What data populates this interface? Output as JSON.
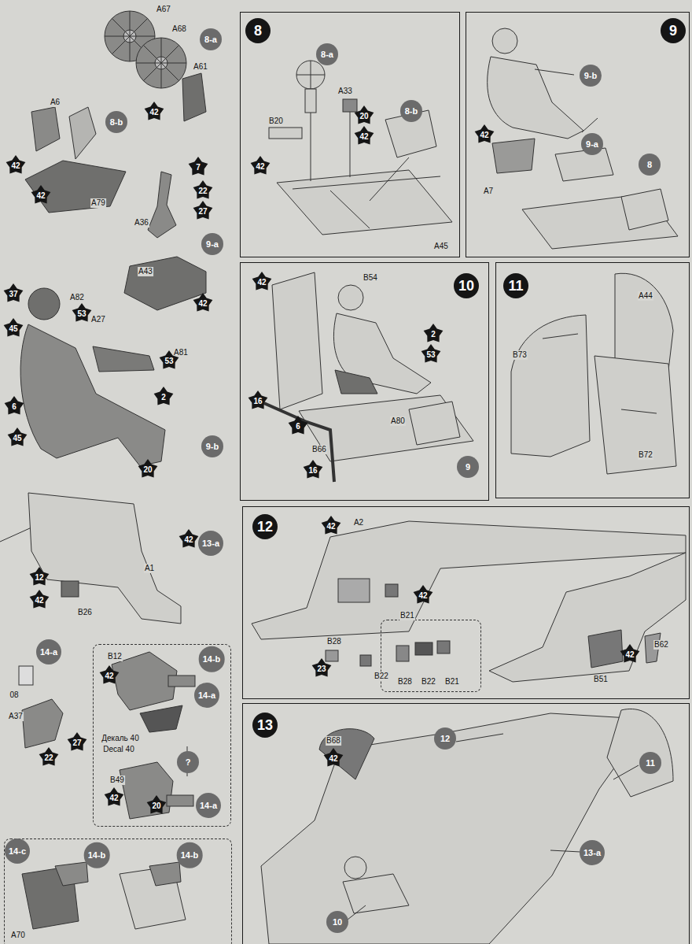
{
  "diagram": {
    "nodes": [
      {
        "text": [
          "8",
          "8-a",
          "A33",
          "20",
          "42",
          "8-b",
          "B20",
          "42",
          "A45"
        ]
      },
      {
        "text": [
          "9",
          "9-b",
          "42",
          "9-a",
          "A7",
          "8"
        ]
      },
      {
        "text": [
          "10",
          "42",
          "B54",
          "2",
          "53",
          "16",
          "6",
          "A80",
          "B66",
          "16",
          "9"
        ]
      },
      {
        "text": [
          "11",
          "A44",
          "B73",
          "B72"
        ]
      },
      {
        "text": [
          "12",
          "42",
          "A2",
          "42",
          "B21",
          "B28",
          "23",
          "B22",
          "42",
          "B62",
          "B51"
        ]
      },
      {
        "text": [
          "B28",
          "B22",
          "B21"
        ],
        "in": 4
      },
      {
        "text": [
          "13",
          "B68",
          "42",
          "12",
          "11",
          "13-a",
          "10"
        ]
      },
      {
        "text": [
          "B12",
          "14-b",
          "42",
          "14-a",
          "Декаль 40",
          "Decal 40",
          "?",
          "B49",
          "42",
          "20",
          "14-a"
        ]
      },
      {
        "text": [
          "14-c",
          "14-b",
          "14-b",
          "A70"
        ]
      }
    ],
    "labels": [
      "A67",
      "A68",
      "8-a",
      "A61",
      "42",
      "A6",
      "8-b",
      "42",
      "42",
      "A79",
      "7",
      "22",
      "27",
      "A36",
      "9-a",
      "A43",
      "42",
      "37",
      "A82",
      "53",
      "45",
      "A27",
      "A81",
      "53",
      "2",
      "6",
      "45",
      "20",
      "9-b",
      "42",
      "13-a",
      "A1",
      "12",
      "42",
      "B26",
      "14-a",
      "08",
      "A37",
      "27",
      "22"
    ]
  }
}
